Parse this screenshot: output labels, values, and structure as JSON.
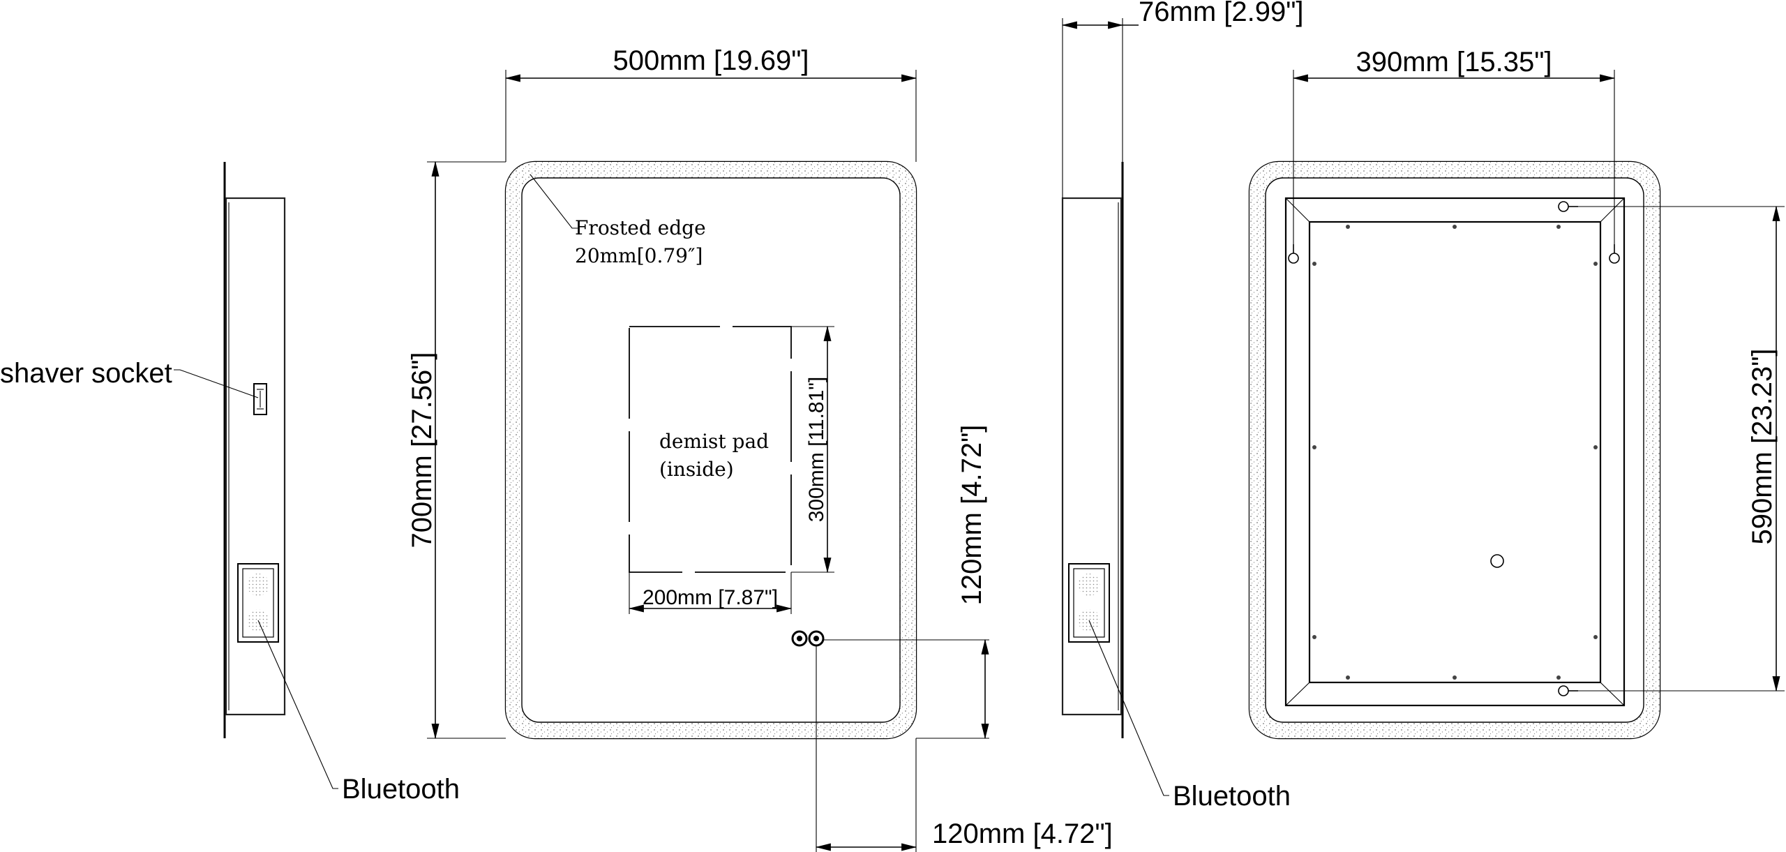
{
  "dimensions": {
    "width_overall": "500mm [19.69\"]",
    "height_overall": "700mm [27.56\"]",
    "demist_height": "300mm [11.81\"]",
    "demist_width": "200mm [7.87\"]",
    "switch_height": "120mm [4.72\"]",
    "switch_offset": "120mm [4.72\"]",
    "depth": "76mm [2.99\"]",
    "mount_width": "390mm [15.35\"]",
    "mount_height": "590mm [23.23\"]"
  },
  "labels": {
    "shaver_socket": "shaver socket",
    "bluetooth_side": "Bluetooth",
    "bluetooth_back": "Bluetooth",
    "frosted_edge_line1": "Frosted edge",
    "frosted_edge_line2": "20mm[0.79″]",
    "demist_line1": "demist pad",
    "demist_line2": "(inside)"
  },
  "icons": [
    "arrow-head",
    "keyhole-icon",
    "speaker-icon",
    "touch-switch-icon"
  ]
}
